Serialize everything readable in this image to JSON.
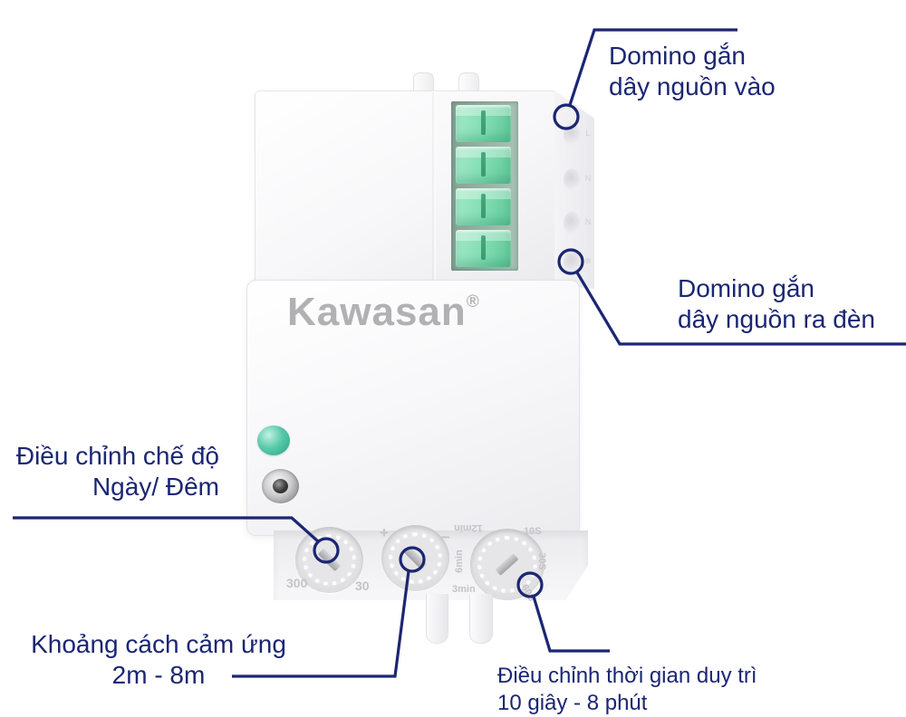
{
  "device": {
    "brand": "Kawasan",
    "brand_reg": "®",
    "terminal_markings": [
      "L",
      "N",
      "N",
      "⊗"
    ],
    "dials": {
      "lux": {
        "left_label": "300",
        "right_label": "30"
      },
      "sensitivity": {
        "plus_label": "+",
        "minus_label": "−"
      },
      "time": {
        "top_label": "12min",
        "top_right_label": "10S",
        "right_label": "30S",
        "bottom_right_label": "60S",
        "bottom_left_label": "3min",
        "left_label": "6min"
      }
    }
  },
  "annotations": {
    "power_in": {
      "line1": "Domino gắn",
      "line2": "dây nguồn vào"
    },
    "power_out": {
      "line1": "Domino gắn",
      "line2": "dây nguồn ra đèn"
    },
    "day_night_mode": {
      "line1": "Điều chỉnh chế độ",
      "line2": "Ngày/ Đêm"
    },
    "sensing_distance": {
      "line1": "Khoảng cách cảm ứng",
      "line2": "2m - 8m"
    },
    "delay_time": {
      "line1": "Điều chỉnh thời gian duy trì",
      "line2": "10 giây - 8 phút"
    }
  },
  "colors": {
    "annotation_navy": "#1b2673",
    "terminal_green": "#7edcb0",
    "led_teal": "#46bda0",
    "logo_gray": "#b1b1b4"
  }
}
